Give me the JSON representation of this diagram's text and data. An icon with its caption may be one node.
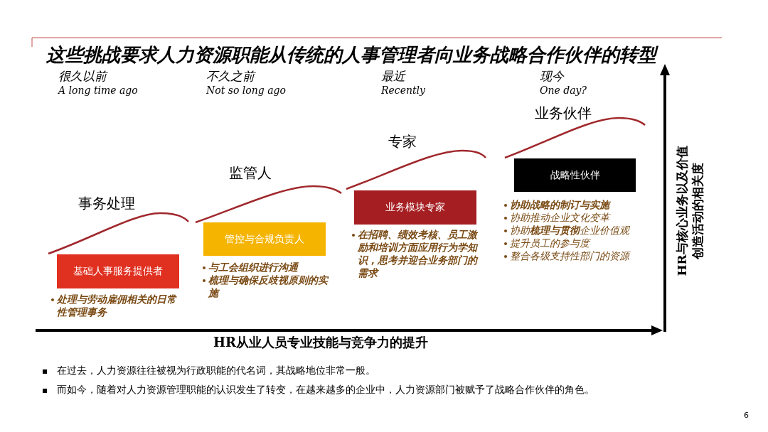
{
  "diagram": {
    "title": "这些挑战要求人力资源职能从传统的人事管理者向业务战略合作伙伴的转型",
    "nodes": [
      {
        "text": [
          "基础人事服务提供者"
        ],
        "beside": [
          "处理与劳动雇佣相关的日常性管理事务"
        ]
      },
      {
        "text": [
          "管控与合规负责人"
        ],
        "beside": [
          "与工会组织进行沟通",
          "梳理与确保反歧视原则的实施"
        ]
      },
      {
        "text": [
          "业务模块专家"
        ],
        "beside": [
          "在招聘、绩效考核、员工激励和培训方面应用行为学知识，思考并迎合业务部门的需求"
        ]
      },
      {
        "text": [
          "战略性伙伴"
        ],
        "beside": [
          "协助战略的制订与实施",
          "协助推动企业文化变革",
          "协助**梳理与贯彻**企业价值观",
          "提升员工的参与度",
          "整合各级支持性部门的资源"
        ]
      }
    ],
    "labels": [
      "很久以前",
      "A long time ago",
      "不久之前",
      "Not so long ago",
      "最近",
      "Recently",
      "现今",
      "One day?",
      "业务伙伴",
      "专家",
      "监管人",
      "事务处理",
      "HR与核心业务以及价值创造活动的相关度",
      "HR从业人员专业技能与竞争力的提升",
      "在过去，人力资源往往被视为行政职能的代名词，其战略地位非常一般。",
      "而如今，随着对人力资源管理职能的认识发生了转变，在越来越多的企业中，人力资源部门被赋予了战略合作伙伴的角色。",
      "6"
    ]
  }
}
